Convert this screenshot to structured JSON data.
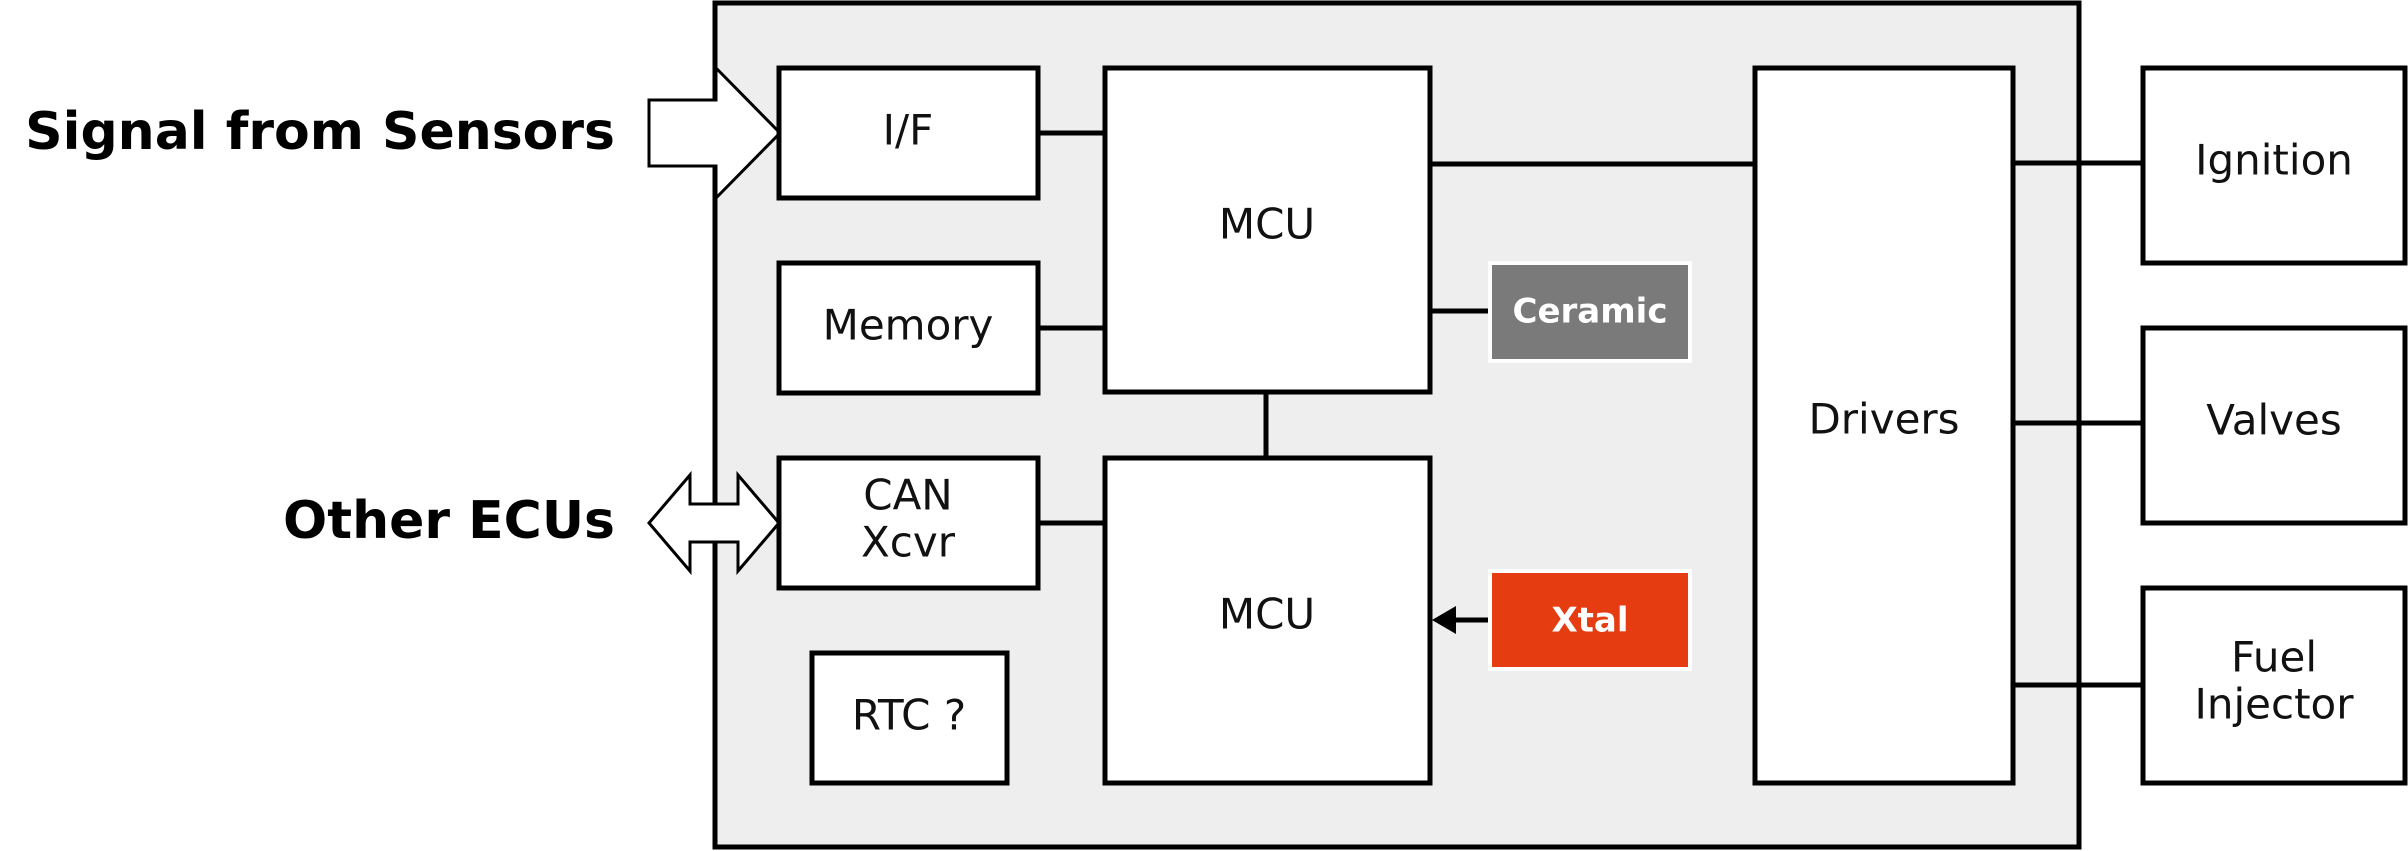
{
  "labels": {
    "sensors": "Signal from Sensors",
    "ecus": "Other ECUs"
  },
  "blocks": {
    "if": "I/F",
    "memory": "Memory",
    "can_line1": "CAN",
    "can_line2": "Xcvr",
    "rtc": "RTC ?",
    "mcu_top": "MCU",
    "mcu_bottom": "MCU",
    "drivers": "Drivers"
  },
  "clocks": {
    "ceramic": "Ceramic",
    "xtal": "Xtal"
  },
  "outputs": {
    "ignition": "Ignition",
    "valves": "Valves",
    "fuel_line1": "Fuel",
    "fuel_line2": "Injector"
  },
  "colors": {
    "ecu_background": "#eeeeee",
    "ceramic": "#7a7a7a",
    "xtal": "#e63c12"
  }
}
